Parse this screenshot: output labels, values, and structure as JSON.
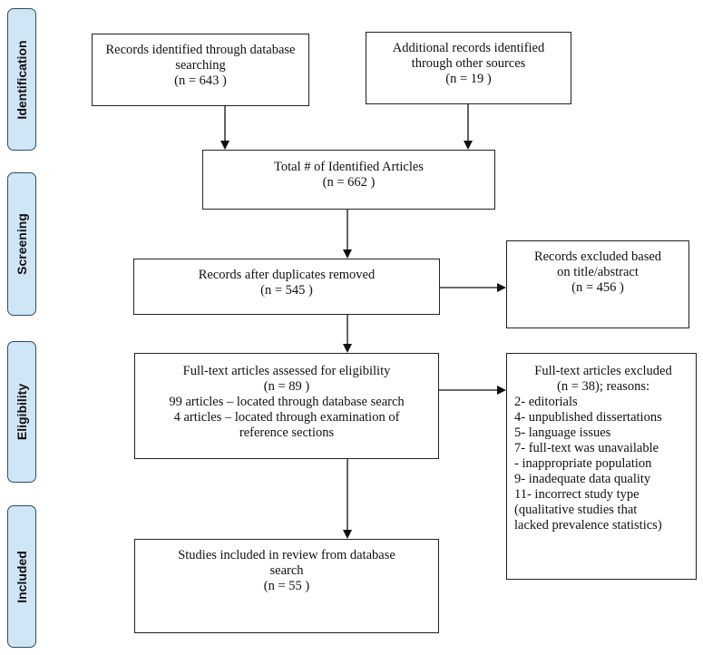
{
  "phases": {
    "identification": "Identification",
    "screening": "Screening",
    "eligibility": "Eligibility",
    "included": "Included"
  },
  "boxes": {
    "database_records": {
      "lines": [
        "Records identified through database",
        "searching"
      ],
      "n": "(n = 643 )"
    },
    "other_records": {
      "lines": [
        "Additional records identified",
        "through other sources"
      ],
      "n": "(n = 19 )"
    },
    "total_identified": {
      "lines": [
        "Total # of Identified Articles"
      ],
      "n": "(n = 662 )"
    },
    "after_duplicates": {
      "lines": [
        "Records after duplicates removed"
      ],
      "n": "(n = 545 )"
    },
    "excluded_title_abstract": {
      "lines": [
        "Records excluded based",
        "on title/abstract"
      ],
      "n": "(n = 456 )"
    },
    "fulltext_assessed": {
      "line1": "Full-text articles assessed for eligibility",
      "n": "(n = 89 )",
      "lines": [
        "99 articles – located through database search",
        "4 articles – located through examination of",
        "reference sections"
      ]
    },
    "fulltext_excluded": {
      "title": "Full-text articles excluded",
      "n": "(n = 38); reasons:",
      "reasons": [
        "2- editorials",
        "4- unpublished dissertations",
        "5- language issues",
        "7- full-text was unavailable",
        "- inappropriate population",
        "9- inadequate data quality",
        "11- incorrect study type",
        "(qualitative studies that",
        "lacked prevalence statistics)"
      ]
    },
    "included_studies": {
      "lines": [
        "Studies included in review from database",
        "search"
      ],
      "n": "(n = 55 )"
    }
  }
}
